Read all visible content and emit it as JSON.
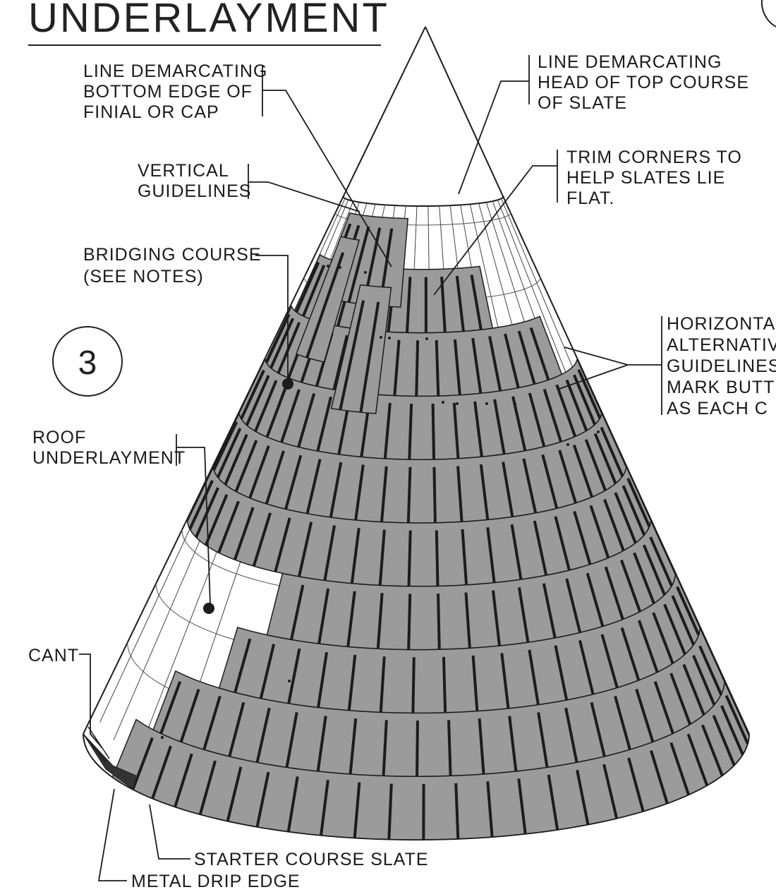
{
  "title": "UNDERLAYMENT",
  "detail_number": "3",
  "labels": {
    "finial": [
      "LINE DEMARCATING",
      "BOTTOM EDGE OF",
      "FINIAL OR CAP"
    ],
    "head_top": [
      "LINE DEMARCATING",
      "HEAD OF TOP COURSE",
      "OF SLATE"
    ],
    "trim": [
      "TRIM CORNERS TO",
      "HELP SLATES LIE",
      "FLAT."
    ],
    "vertical": [
      "VERTICAL",
      "GUIDELINES"
    ],
    "bridging": [
      "BRIDGING COURSE",
      "(SEE NOTES)"
    ],
    "horizontal": [
      "HORIZONTAL",
      "ALTERNATIVE",
      "GUIDELINES",
      "MARK BUTT",
      "AS EACH C"
    ],
    "underlayment": [
      "ROOF",
      "UNDERLAYMENT"
    ],
    "cant": "CANT",
    "starter": "STARTER COURSE SLATE",
    "drip": "METAL DRIP EDGE"
  },
  "colors": {
    "slate": "#9b9b9b",
    "line": "#1c1c1c",
    "paper": "#ffffff"
  }
}
